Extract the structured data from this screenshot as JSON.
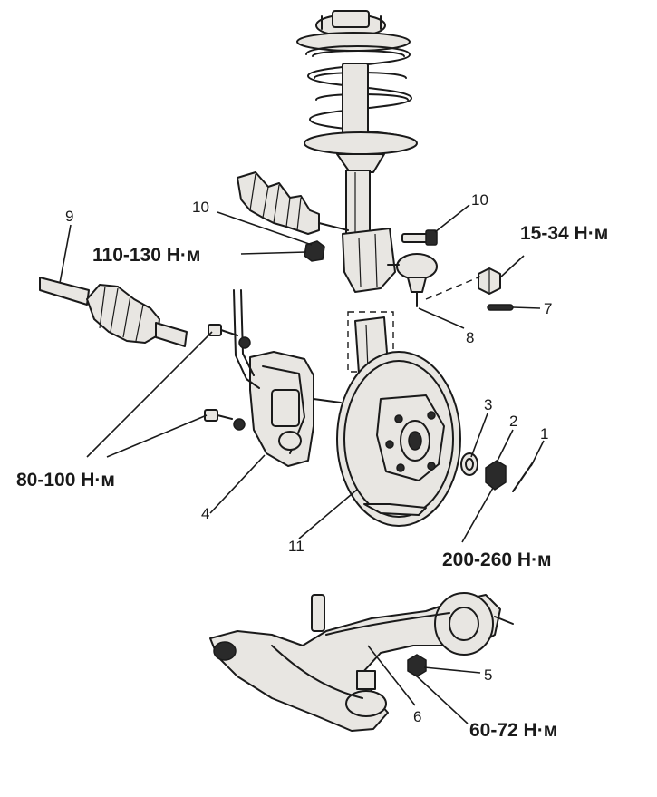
{
  "parts": {
    "p1": "1",
    "p2": "2",
    "p3": "3",
    "p4": "4",
    "p5": "5",
    "p6": "6",
    "p7": "7",
    "p8": "8",
    "p9": "9",
    "p10a": "10",
    "p10b": "10",
    "p11": "11"
  },
  "torques": {
    "t_110_130": "110-130 Н·м",
    "t_15_34": "15-34 Н·м",
    "t_80_100": "80-100 Н·м",
    "t_200_260": "200-260 Н·м",
    "t_60_72": "60-72 Н·м"
  },
  "colors": {
    "ink": "#1a1a1a",
    "paper": "#ffffff",
    "shade": "#e8e6e2"
  }
}
